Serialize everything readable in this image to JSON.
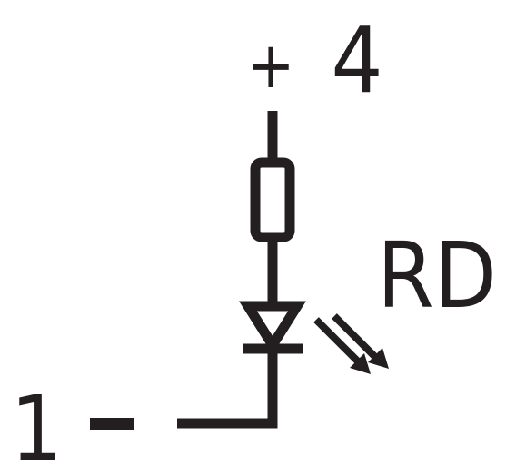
{
  "diagram": {
    "pin_positive": {
      "sign": "+",
      "number": "4"
    },
    "pin_negative": {
      "number": "1",
      "sign": "-"
    },
    "led_color_code": "RD"
  },
  "colors": {
    "stroke": "#231f20",
    "background": "#ffffff"
  }
}
